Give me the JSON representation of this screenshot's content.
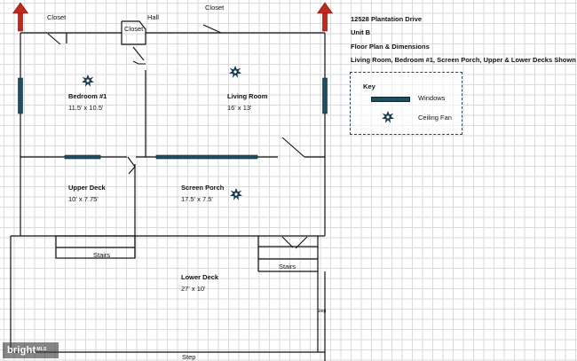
{
  "info": {
    "address": "12528 Plantation Drive",
    "unit": "Unit B",
    "subtitle": "Floor Plan & Dimensions",
    "description": "Living Room, Bedroom #1, Screen Porch, Upper & Lower Decks Shown"
  },
  "key": {
    "title": "Key",
    "windows_label": "Windows",
    "fan_label": "Ceiling Fan",
    "fan_icon": "ceiling-fan-icon"
  },
  "rooms": {
    "bedroom": {
      "name": "Bedroom #1",
      "dims": "11.5' x 10.5'"
    },
    "living": {
      "name": "Living Room",
      "dims": "16' x 13'"
    },
    "upper_deck": {
      "name": "Upper Deck",
      "dims": "10' x 7.75'"
    },
    "screen_porch": {
      "name": "Screen Porch",
      "dims": "17.5' x 7.5'"
    },
    "lower_deck": {
      "name": "Lower Deck",
      "dims": "27' x 10'"
    }
  },
  "labels": {
    "closet_left": "Closet",
    "hall": "Hall",
    "closet_small": "Closet",
    "closet_top": "Closet",
    "stairs_left": "Stairs",
    "stairs_right": "Stairs",
    "step_bottom": "Step",
    "step_side": "Step"
  },
  "branding": {
    "logo": "bright",
    "suffix": "MLS"
  },
  "colors": {
    "wall": "#111111",
    "window": "#1f4e63",
    "fan": "#16384a",
    "arrow": "#c0281e",
    "grid": "#dadada"
  }
}
